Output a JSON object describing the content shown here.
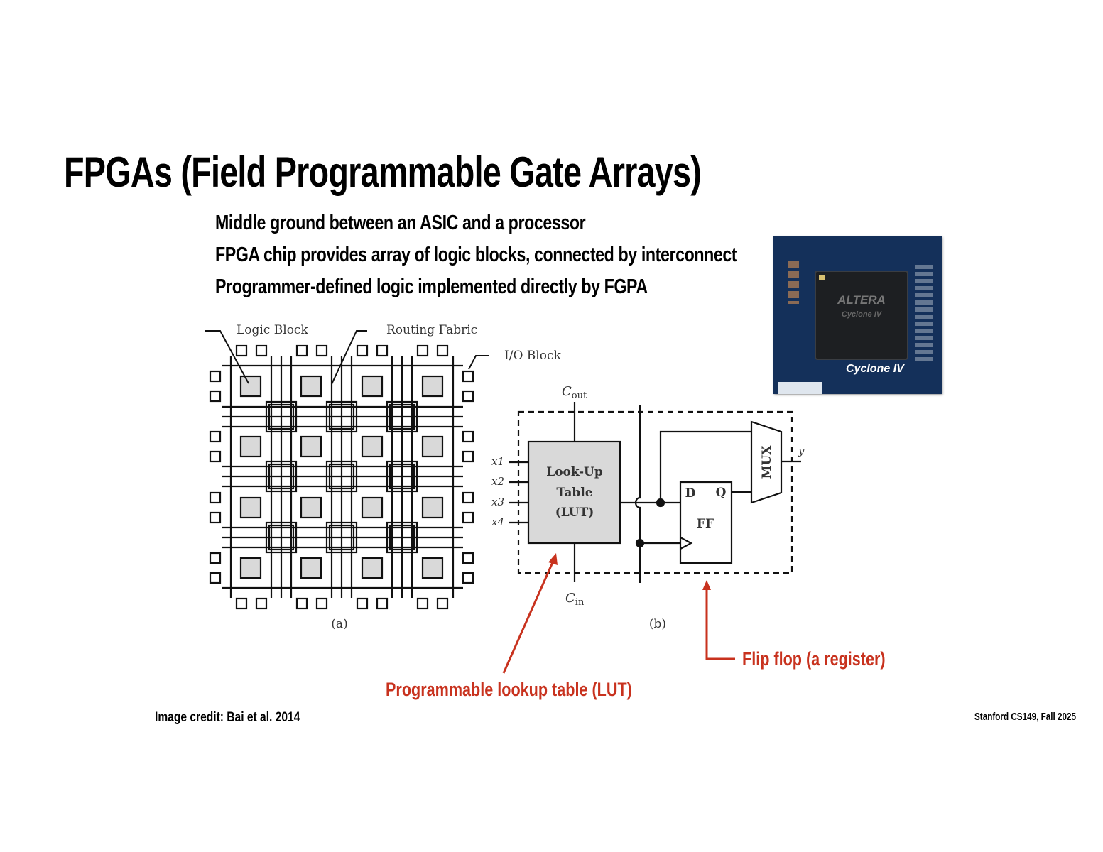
{
  "title": "FPGAs (Field Programmable Gate Arrays)",
  "bullets": [
    "Middle ground between an ASIC and a processor",
    "FPGA chip provides array of logic blocks, connected by interconnect",
    "Programmer-defined logic implemented directly by FGPA"
  ],
  "figure_a": {
    "logic_block_label": "Logic Block",
    "routing_fabric_label": "Routing Fabric",
    "io_block_label": "I/O Block",
    "caption": "(a)"
  },
  "figure_b": {
    "cout": "C",
    "cout_sub": "out",
    "cin": "C",
    "cin_sub": "in",
    "inputs": [
      "x1",
      "x2",
      "x3",
      "x4"
    ],
    "lut_lines": [
      "Look-Up",
      "Table",
      "(LUT)"
    ],
    "ff_label": "FF",
    "d_label": "D",
    "q_label": "Q",
    "mux_label": "MUX",
    "output": "y",
    "caption": "(b)"
  },
  "chip_photo": {
    "brand": "ALTERA",
    "family": "Cyclone IV",
    "board_label": "Cyclone IV"
  },
  "annotations": {
    "lut": "Programmable lookup table (LUT)",
    "flipflop": "Flip flop (a register)"
  },
  "colors": {
    "annotation": "#c8321e",
    "logic_block_fill": "#d9d9d9"
  },
  "footer": {
    "credit": "Image credit: Bai et al. 2014",
    "course": "Stanford CS149, Fall 2025"
  }
}
